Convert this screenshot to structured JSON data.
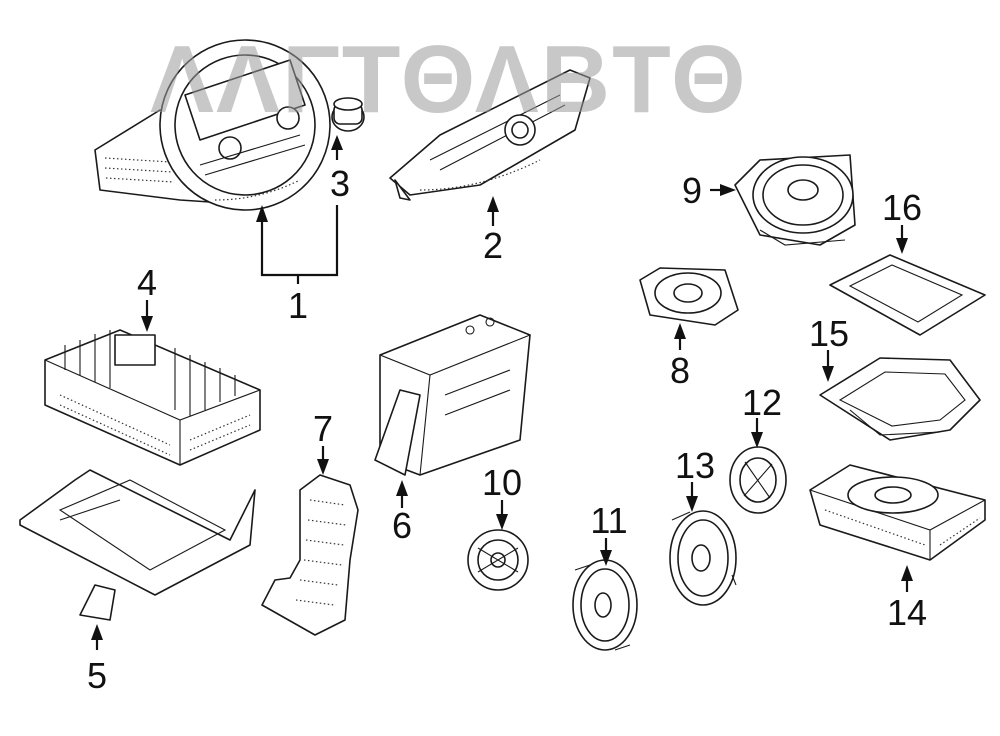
{
  "watermark": {
    "text": "ΛΛΓΤΘΛΒΤΘ"
  },
  "callouts": [
    {
      "id": "1",
      "label": "1"
    },
    {
      "id": "2",
      "label": "2"
    },
    {
      "id": "3",
      "label": "3"
    },
    {
      "id": "4",
      "label": "4"
    },
    {
      "id": "5",
      "label": "5"
    },
    {
      "id": "6",
      "label": "6"
    },
    {
      "id": "7",
      "label": "7"
    },
    {
      "id": "8",
      "label": "8"
    },
    {
      "id": "9",
      "label": "9"
    },
    {
      "id": "10",
      "label": "10"
    },
    {
      "id": "11",
      "label": "11"
    },
    {
      "id": "12",
      "label": "12"
    },
    {
      "id": "13",
      "label": "13"
    },
    {
      "id": "14",
      "label": "14"
    },
    {
      "id": "15",
      "label": "15"
    },
    {
      "id": "16",
      "label": "16"
    }
  ]
}
